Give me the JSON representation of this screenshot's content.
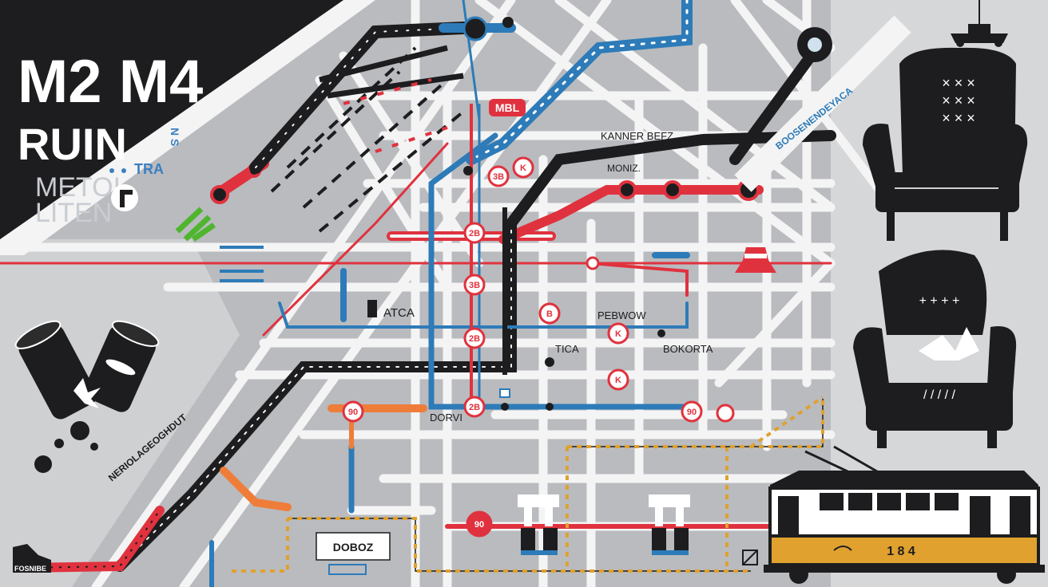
{
  "title": {
    "line1": "M2 M4",
    "line2": "RUIN",
    "line3": "METOI",
    "line4": "LITEN",
    "tag_small": "TRA",
    "vertical_mark": "N S"
  },
  "corner_label": "FOSNIBE",
  "diagonal_street_label": "NERIOLAGEOGHDUT",
  "right_diagonal_label": "BOOSENENDEYACA",
  "place_labels": {
    "kanner": "KANNER BEFZ",
    "moniz": "MONIZ.",
    "atca": "ATCA",
    "pebwow": "PEBWOW",
    "tica": "TICA",
    "bokorta": "BOKORTA",
    "dorvi": "DORVI",
    "doboz": "DOBOZ",
    "mbl": "MBL"
  },
  "station_badges": [
    "3B",
    "K",
    "2B",
    "3B",
    "2B",
    "B",
    "2B",
    "90",
    "K",
    "K",
    "90",
    "90"
  ],
  "tram_number": "1 8 4",
  "colors": {
    "background": "#b9bbbf",
    "black_band": "#1d1d1f",
    "red_line": "#e0323e",
    "blue_line": "#2d7bb8",
    "orange_line": "#ef7d3a",
    "green_accent": "#4fb52e",
    "tram_yellow": "#e0a12e"
  },
  "icons": [
    "armchair-icon",
    "armchair-icon",
    "battery-icon",
    "battery-icon",
    "tram-icon",
    "cable-car-icon",
    "camera-icon",
    "roadblock-icon",
    "shoe-icon"
  ]
}
